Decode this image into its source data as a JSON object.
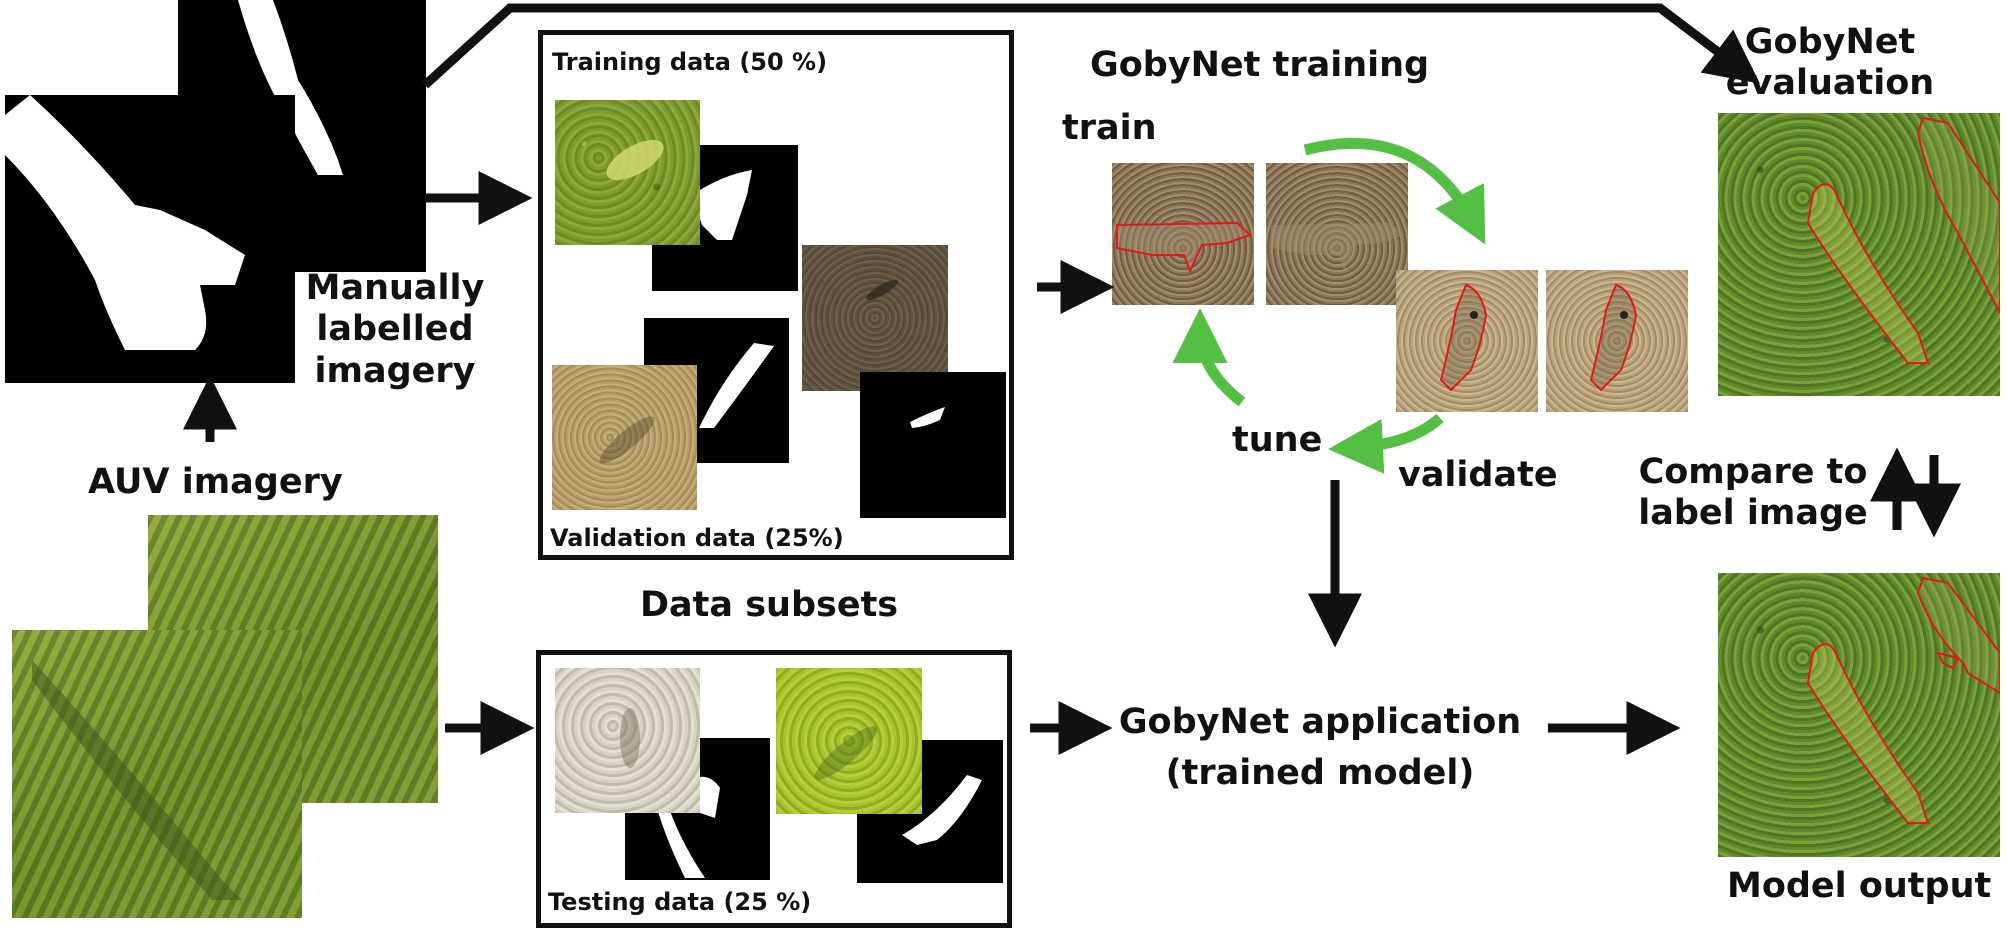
{
  "labels": {
    "manually_labelled": [
      "Manually",
      "labelled",
      "imagery"
    ],
    "auv_imagery": "AUV imagery",
    "training_data": "Training data (50 %)",
    "validation_data": "Validation data (25%)",
    "data_subsets": "Data subsets",
    "testing_data": "Testing data (25 %)",
    "gobynet_training": "GobyNet training",
    "train": "train",
    "tune": "tune",
    "validate": "validate",
    "gobynet_application": [
      "GobyNet application",
      "(trained model)"
    ],
    "gobynet_evaluation": [
      "GobyNet",
      "evaluation"
    ],
    "compare": [
      "Compare to",
      "label image"
    ],
    "model_output": "Model output"
  },
  "colors": {
    "arrow": "#111111",
    "cycle_arrow": "#55bf45",
    "outline": "#e0191b",
    "mask_bg": "#000000",
    "mask_fg": "#ffffff"
  }
}
